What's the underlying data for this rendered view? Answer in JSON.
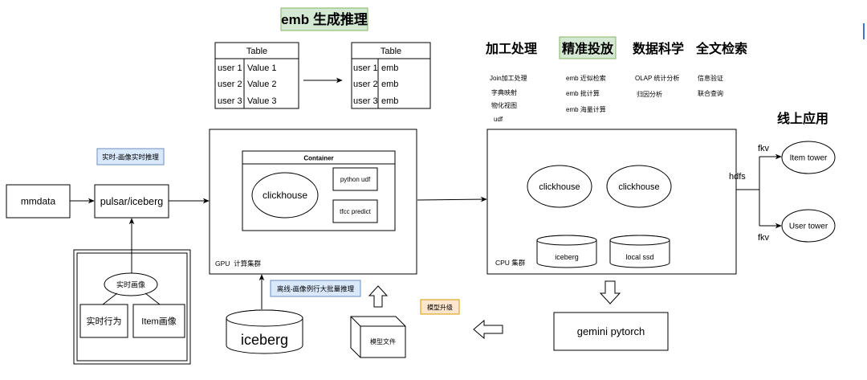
{
  "title": "emb 生成推理",
  "tables": [
    {
      "header": "Table",
      "rows": [
        [
          "user 1",
          "Value 1"
        ],
        [
          "user 2",
          "Value 2"
        ],
        [
          "user 3",
          "Value 3"
        ]
      ]
    },
    {
      "header": "Table",
      "rows": [
        [
          "user 1",
          "emb"
        ],
        [
          "user 2",
          "emb"
        ],
        [
          "user 3",
          "emb"
        ]
      ]
    }
  ],
  "capabilities": [
    {
      "title": "加工处理",
      "items": [
        "Join加工处理",
        "字典映射",
        "物化视图",
        "udf"
      ]
    },
    {
      "title": "精准投放",
      "items": [
        "emb 近似检索",
        "emb 批计算",
        "emb 海量计算"
      ]
    },
    {
      "title": "数据科学",
      "items": [
        "OLAP 统计分析",
        "归因分析"
      ]
    },
    {
      "title": "全文检索",
      "items": [
        "信息验证",
        "联合查询"
      ]
    }
  ],
  "realtime": {
    "tag": "实时-画像实时推理",
    "mmdata": "mmdata",
    "pulsar": "pulsar/iceberg",
    "profile": "实时画像",
    "behavior": "实时行为",
    "item_profile": "Item画像"
  },
  "gpu": {
    "label": "GPU  计算集群",
    "container": "Container",
    "clickhouse": "clickhouse",
    "python_udf": "python udf",
    "tfcc": "tfcc predict"
  },
  "cpu": {
    "label": "CPU 集群",
    "clickhouse_1": "clickhouse",
    "clickhouse_2": "clickhouse",
    "iceberg": "iceberg",
    "local_ssd": "local ssd"
  },
  "online": {
    "title": "线上应用",
    "hdfs": "hdfs",
    "fkv_top": "fkv",
    "fkv_bottom": "fkv",
    "item_tower": "Item tower",
    "user_tower": "User tower"
  },
  "offline": {
    "tag": "离线-画像例行大批量推理",
    "iceberg": "iceberg",
    "model_file": "模型文件",
    "model_upgrade": "模型升级",
    "gemini": "gemini pytorch"
  },
  "colors": {
    "highlight_green": "#d5e8d4",
    "highlight_blue": "#dae8fc",
    "highlight_orange": "#ffe6cc",
    "edge_indicator": "#3a75d6"
  }
}
